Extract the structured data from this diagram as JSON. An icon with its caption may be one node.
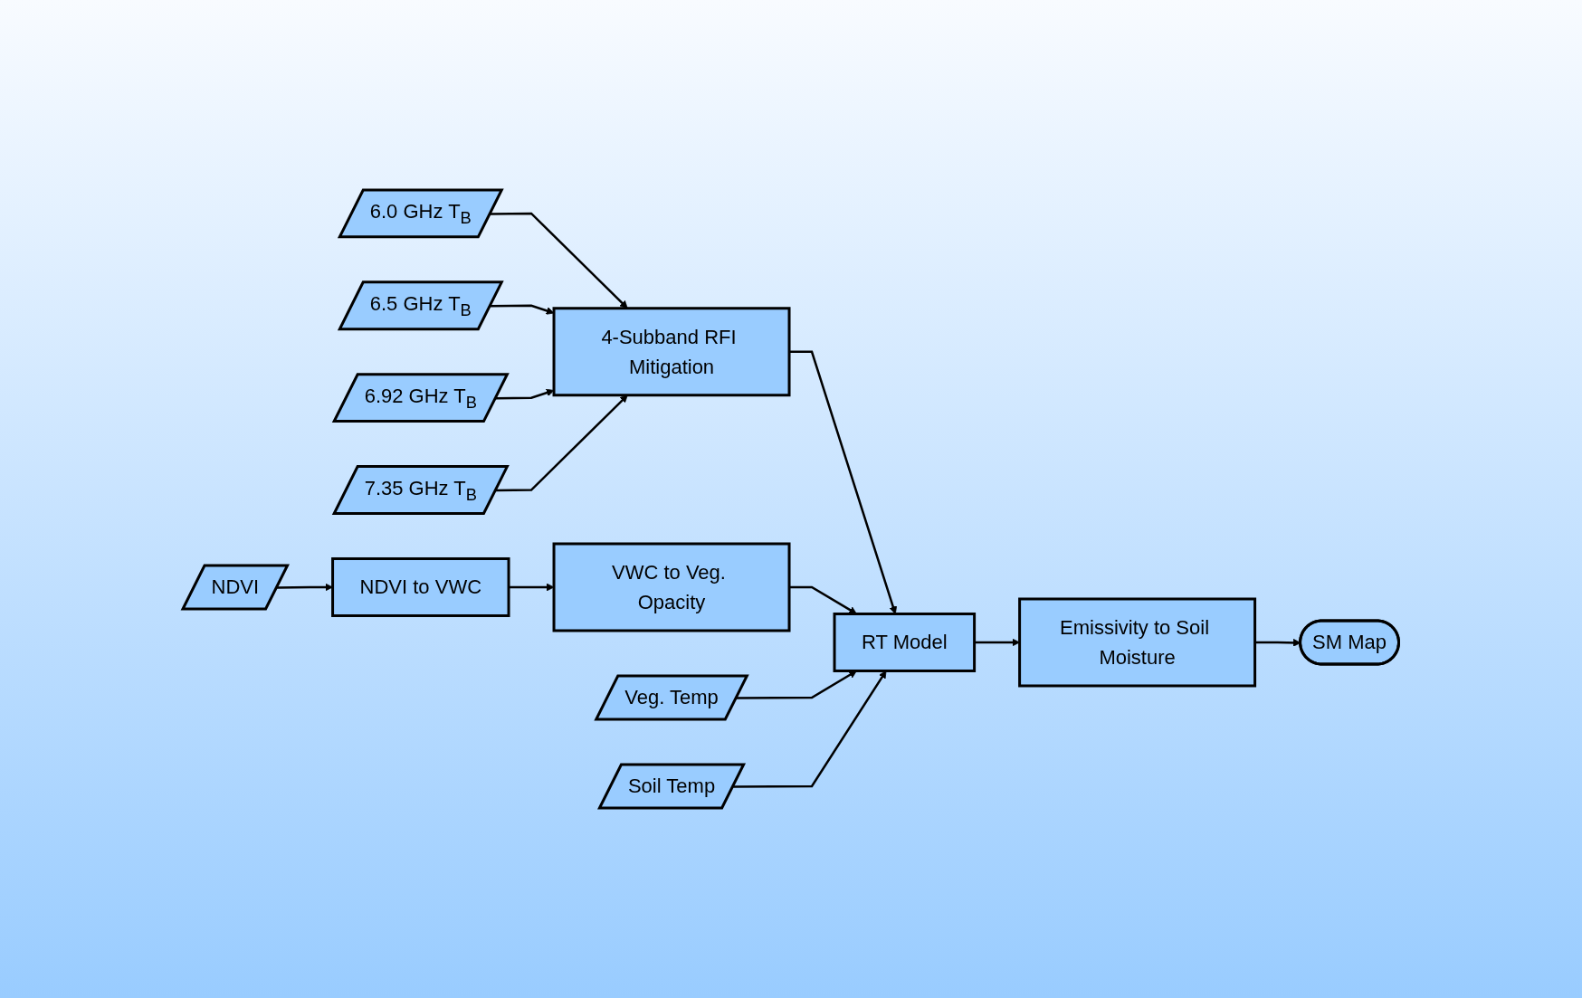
{
  "diagram": {
    "nodes": [
      {
        "text": [
          "6.0 GHz T$_{B}$"
        ]
      },
      {
        "text": [
          "6.5 GHz T$_{B}$"
        ]
      },
      {
        "text": [
          "6.92 GHz T$_{B}$"
        ]
      },
      {
        "text": [
          "7.35 GHz T$_{B}$"
        ]
      },
      {
        "text": [
          "4-Subband RFI Mitigation"
        ]
      },
      {
        "text": [
          "NDVI"
        ]
      },
      {
        "text": [
          "NDVI to VWC"
        ]
      },
      {
        "text": [
          "VWC to Veg. Opacity"
        ]
      },
      {
        "text": [
          "RT Model"
        ]
      },
      {
        "text": [
          "Veg. Temp"
        ]
      },
      {
        "text": [
          "Soil Temp"
        ]
      },
      {
        "text": [
          "Emissivity to Soil Moisture"
        ]
      },
      {
        "text": [
          "SM Map"
        ]
      }
    ],
    "edges": [
      {
        "from": 0,
        "to": 4,
        "arrow": "to"
      },
      {
        "from": 1,
        "to": 4,
        "arrow": "to"
      },
      {
        "from": 2,
        "to": 4,
        "arrow": "to"
      },
      {
        "from": 3,
        "to": 4,
        "arrow": "to"
      },
      {
        "from": 4,
        "to": 8,
        "arrow": "to"
      },
      {
        "from": 5,
        "to": 6,
        "arrow": "to"
      },
      {
        "from": 6,
        "to": 7,
        "arrow": "to"
      },
      {
        "from": 7,
        "to": 8,
        "arrow": "to"
      },
      {
        "from": 9,
        "to": 8,
        "arrow": "to"
      },
      {
        "from": 10,
        "to": 8,
        "arrow": "to"
      },
      {
        "from": 8,
        "to": 11,
        "arrow": "to"
      },
      {
        "from": 11,
        "to": 12,
        "arrow": "to"
      }
    ]
  }
}
